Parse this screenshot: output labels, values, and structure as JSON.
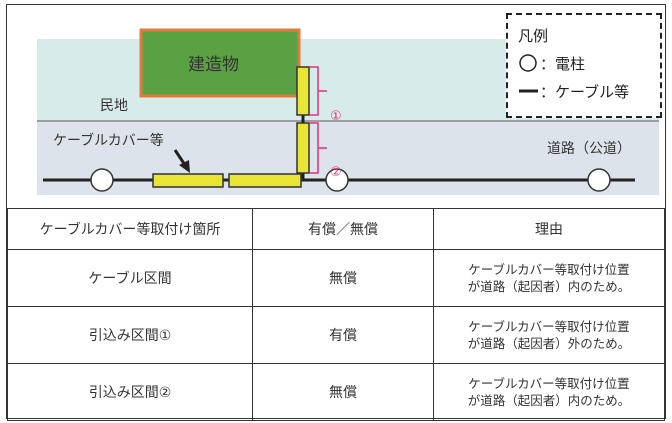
{
  "diagram": {
    "building_label": "建造物",
    "private_land_label": "民地",
    "cable_cover_label": "ケーブルカバー等",
    "road_label": "道路（公道）",
    "marker_1": "①",
    "marker_2": "②"
  },
  "legend": {
    "title": "凡例",
    "pole_item": "：電柱",
    "cable_item": "：ケーブル等"
  },
  "colors": {
    "private_land": "#d7ebea",
    "road": "#dde3ea",
    "building": "#5aa144",
    "building_border": "#e07b3a",
    "cable_cover": "#e9e535",
    "bracket": "#e0337a"
  },
  "table": {
    "headers": [
      "ケーブルカバー等取付け箇所",
      "有償／無償",
      "理由"
    ],
    "rows": [
      {
        "location": "ケーブル区間",
        "charge": "無償",
        "reason_line1": "ケーブルカバー等取付け位置",
        "reason_line2": "が道路（起因者）内のため。"
      },
      {
        "location": "引込み区間①",
        "charge": "有償",
        "reason_line1": "ケーブルカバー等取付け位置",
        "reason_line2": "が道路（起因者）外のため。"
      },
      {
        "location": "引込み区間②",
        "charge": "無償",
        "reason_line1": "ケーブルカバー等取付け位置",
        "reason_line2": "が道路（起因者）内のため。"
      }
    ]
  }
}
